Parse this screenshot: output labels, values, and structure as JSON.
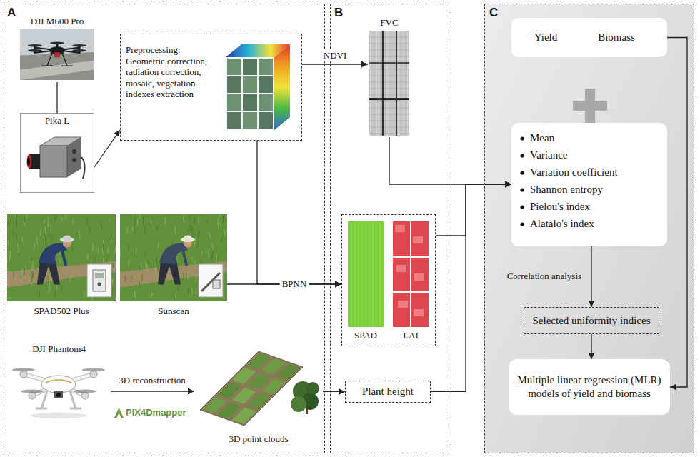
{
  "diagram": {
    "nodes": [
      {
        "text": [
          "A"
        ]
      },
      {
        "text": [
          "B"
        ]
      },
      {
        "text": [
          "C"
        ]
      },
      {
        "text": [
          "DJI M600 Pro"
        ],
        "in": 0
      },
      {
        "text": [
          "Pika L"
        ],
        "in": 0
      },
      {
        "text": [
          "Preprocessing: Geometric correction, radiation correction, mosaic, vegetation indexes extraction"
        ],
        "in": 0
      },
      {
        "text": [
          "SPAD502 Plus"
        ],
        "in": 0
      },
      {
        "text": [
          "Sunscan"
        ],
        "in": 0
      },
      {
        "text": [
          "DJI Phantom4"
        ],
        "in": 0
      },
      {
        "text": [
          "3D point clouds"
        ],
        "in": 0
      },
      {
        "text": [
          "FVC"
        ],
        "in": 1
      },
      {
        "text": [
          "SPAD",
          "LAI"
        ],
        "in": 1
      },
      {
        "text": [
          "Plant height"
        ],
        "in": 1
      },
      {
        "text": [
          "Yield",
          "Biomass"
        ],
        "in": 2
      },
      {
        "text": [
          "Mean",
          "Variance",
          "Variation coefficient",
          "Shannon entropy",
          "Pielou's index",
          "Alatalo's index"
        ],
        "in": 2
      },
      {
        "text": [
          "Selected uniformity indices"
        ],
        "in": 2
      },
      {
        "text": [
          "Multiple linear regression (MLR) models of yield and biomass"
        ],
        "in": 2
      }
    ],
    "edges": [
      {
        "from": 3,
        "to": 4,
        "arrow": "none"
      },
      {
        "from": 4,
        "to": 5,
        "arrow": "to"
      },
      {
        "from": 5,
        "to": 10,
        "label": "NDVI",
        "arrow": "to"
      },
      {
        "from": 5,
        "to": 11,
        "arrow": "to"
      },
      {
        "from": 7,
        "to": 11,
        "label": "BPNN",
        "arrow": "to"
      },
      {
        "from": 8,
        "to": 9,
        "label": "3D reconstruction",
        "arrow": "to"
      },
      {
        "from": 9,
        "to": 12,
        "arrow": "to"
      },
      {
        "from": 10,
        "to": 14,
        "arrow": "to"
      },
      {
        "from": 11,
        "to": 14,
        "arrow": "to"
      },
      {
        "from": 12,
        "to": 14,
        "arrow": "to"
      },
      {
        "from": 13,
        "to": 16,
        "arrow": "to"
      },
      {
        "from": 14,
        "to": 15,
        "label": "Correlation analysis",
        "arrow": "to"
      },
      {
        "from": 15,
        "to": 16,
        "arrow": "to"
      }
    ],
    "labels": [
      "PIX4Dmapper"
    ]
  }
}
